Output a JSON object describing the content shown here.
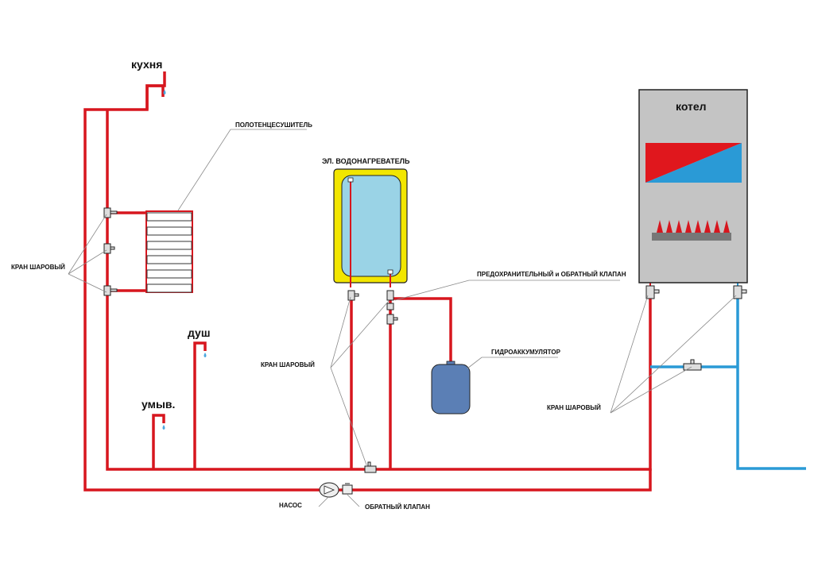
{
  "labels": {
    "kitchen": "кухня",
    "shower": "душ",
    "washbasin": "умыв.",
    "boiler": "котел",
    "towel_dryer": "ПОЛОТЕНЦЕСУШИТЕЛЬ",
    "water_heater": "ЭЛ. ВОДОНАГРЕВАТЕЛЬ",
    "ball_valve_left": "КРАН ШАРОВЫЙ",
    "ball_valve_mid": "КРАН ШАРОВЫЙ",
    "ball_valve_right": "КРАН ШАРОВЫЙ",
    "safety_valve": "ПРЕДОХРАНИТЕЛЬНЫЙ и ОБРАТНЫЙ КЛАПАН",
    "accumulator": "ГИДРОАККУМУЛЯТОР",
    "pump": "НАСОС",
    "check_valve": "ОБРАТНЫЙ КЛАПАН"
  },
  "colors": {
    "hot_pipe": "#d7161e",
    "cold_pipe": "#2a9ad6",
    "boiler_body": "#c4c4c4",
    "heater_tank": "#9ad3e6",
    "heater_frame": "#f2e600",
    "accumulator": "#5b7fb5"
  }
}
